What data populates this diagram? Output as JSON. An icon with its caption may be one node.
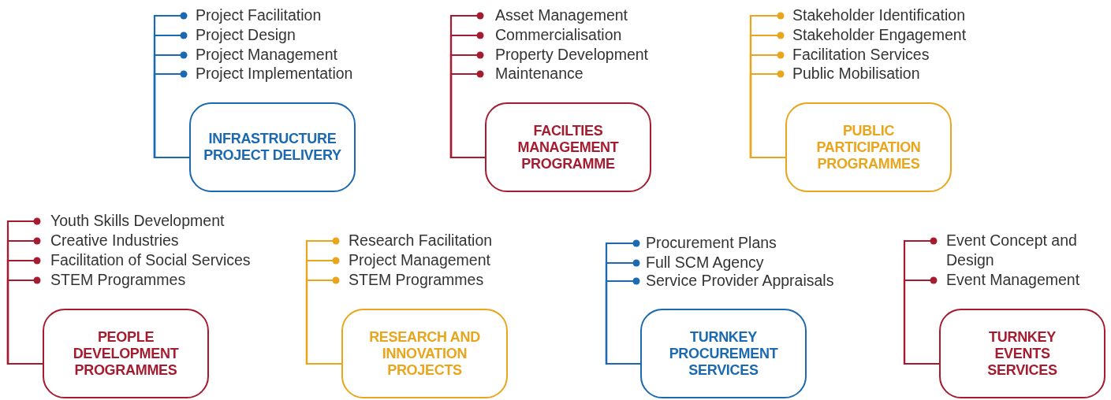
{
  "diagram": {
    "nodes": [
      {
        "text": [
          "Project Facilitation"
        ]
      },
      {
        "text": [
          "Project Design"
        ]
      },
      {
        "text": [
          "Project Management"
        ]
      },
      {
        "text": [
          "Project Implementation"
        ]
      },
      {
        "text": [
          "INFRASTRUCTURE PROJECT DELIVERY"
        ]
      },
      {
        "text": [
          "Asset Management"
        ]
      },
      {
        "text": [
          "Commercialisation"
        ]
      },
      {
        "text": [
          "Property Development"
        ]
      },
      {
        "text": [
          "Maintenance"
        ]
      },
      {
        "text": [
          "FACILTIES MANAGEMENT PROGRAMME"
        ]
      },
      {
        "text": [
          "Stakeholder Identification"
        ]
      },
      {
        "text": [
          "Stakeholder Engagement"
        ]
      },
      {
        "text": [
          "Facilitation Services"
        ]
      },
      {
        "text": [
          "Public Mobilisation"
        ]
      },
      {
        "text": [
          "PUBLIC PARTICIPATION PROGRAMMES"
        ]
      },
      {
        "text": [
          "Youth Skills Development"
        ]
      },
      {
        "text": [
          "Creative Industries"
        ]
      },
      {
        "text": [
          "Facilitation of Social Services"
        ]
      },
      {
        "text": [
          "STEM Programmes"
        ]
      },
      {
        "text": [
          "PEOPLE DEVELOPMENT PROGRAMMES"
        ]
      },
      {
        "text": [
          "Research Facilitation"
        ]
      },
      {
        "text": [
          "Project Management"
        ]
      },
      {
        "text": [
          "STEM Programmes"
        ]
      },
      {
        "text": [
          "RESEARCH AND INNOVATION PROJECTS"
        ]
      },
      {
        "text": [
          "Procurement Plans"
        ]
      },
      {
        "text": [
          "Full SCM Agency"
        ]
      },
      {
        "text": [
          "Service Provider Appraisals"
        ]
      },
      {
        "text": [
          "TURNKEY PROCUREMENT SERVICES"
        ]
      },
      {
        "text": [
          "Event Concept and Design"
        ]
      },
      {
        "text": [
          "Event Management"
        ]
      },
      {
        "text": [
          "TURNKEY EVENTS SERVICES"
        ]
      }
    ],
    "edges": [
      {
        "from": 4,
        "to": 0,
        "arrow": "other",
        "color": "#1a69b1"
      },
      {
        "from": 4,
        "to": 1,
        "arrow": "other",
        "color": "#1a69b1"
      },
      {
        "from": 4,
        "to": 2,
        "arrow": "other",
        "color": "#1a69b1"
      },
      {
        "from": 4,
        "to": 3,
        "arrow": "other",
        "color": "#1a69b1"
      },
      {
        "from": 9,
        "to": 5,
        "arrow": "other"
      },
      {
        "from": 9,
        "to": 6,
        "arrow": "other"
      },
      {
        "from": 9,
        "to": 7,
        "arrow": "other"
      },
      {
        "from": 9,
        "to": 8,
        "arrow": "other"
      },
      {
        "from": 14,
        "to": 10,
        "arrow": "other",
        "color": "#e9a51c"
      },
      {
        "from": 14,
        "to": 11,
        "arrow": "other",
        "color": "#e9a51c"
      },
      {
        "from": 14,
        "to": 12,
        "arrow": "other",
        "color": "#e9a51c"
      },
      {
        "from": 14,
        "to": 13,
        "arrow": "other",
        "color": "#e9a51c"
      },
      {
        "from": 19,
        "to": 15,
        "arrow": "other"
      },
      {
        "from": 19,
        "to": 16,
        "arrow": "other"
      },
      {
        "from": 19,
        "to": 17,
        "arrow": "other"
      },
      {
        "from": 19,
        "to": 18,
        "arrow": "other"
      },
      {
        "from": 23,
        "to": 20,
        "arrow": "other",
        "color": "#e9a51c"
      },
      {
        "from": 23,
        "to": 21,
        "arrow": "other",
        "color": "#e9a51c"
      },
      {
        "from": 23,
        "to": 22,
        "arrow": "other",
        "color": "#e9a51c"
      },
      {
        "from": 27,
        "to": 24,
        "arrow": "other",
        "color": "#1a69b1"
      },
      {
        "from": 27,
        "to": 25,
        "arrow": "other",
        "color": "#1a69b1"
      },
      {
        "from": 27,
        "to": 26,
        "arrow": "other",
        "color": "#1a69b1"
      },
      {
        "from": 30,
        "to": 28,
        "arrow": "other"
      },
      {
        "from": 30,
        "to": 29,
        "arrow": "other"
      }
    ]
  }
}
